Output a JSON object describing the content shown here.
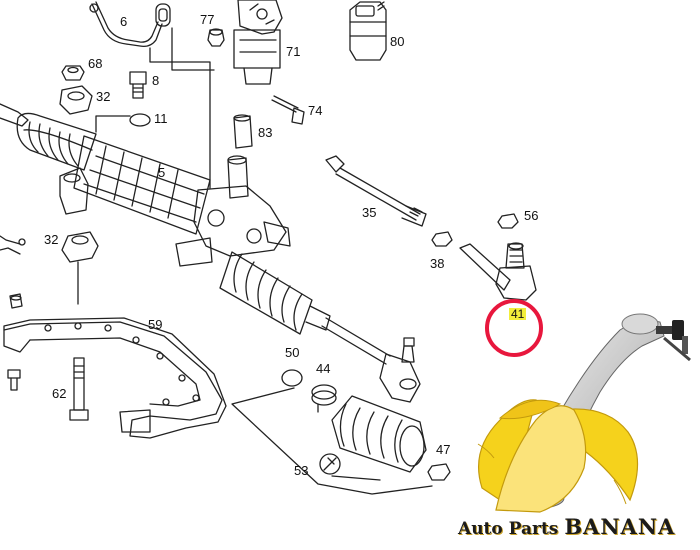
{
  "labels": {
    "p6": "6",
    "p77": "77",
    "p71": "71",
    "p80": "80",
    "p68": "68",
    "p8": "8",
    "p32a": "32",
    "p74": "74",
    "p11": "11",
    "p83": "83",
    "p5": "5",
    "p56": "56",
    "p35": "35",
    "p32b": "32",
    "p38": "38",
    "p41": "41",
    "p59": "59",
    "p50": "50",
    "p44": "44",
    "p62": "62",
    "p53": "53",
    "p47": "47"
  },
  "highlight": {
    "part": "41",
    "marker_color": "#e8173d",
    "label_bg": "#f2ee3b"
  },
  "brand": {
    "line1": "Auto Parts ",
    "line2": "BANANA"
  },
  "icons": [
    "banana-icon",
    "control-arm-icon"
  ]
}
